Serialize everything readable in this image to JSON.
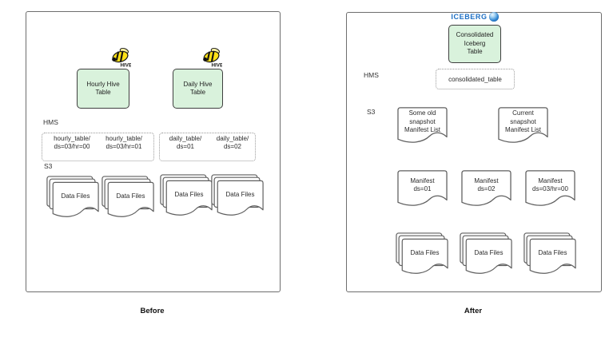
{
  "colors": {
    "green_fill": "#d9f2dc",
    "iceberg_blue": "#1c6fc4",
    "hive_yellow": "#ffe117"
  },
  "before": {
    "caption": "Before",
    "hms_label": "HMS",
    "s3_label": "S3",
    "hourly_box": {
      "l1": "Hourly Hive",
      "l2": "Table"
    },
    "daily_box": {
      "l1": "Daily Hive",
      "l2": "Table"
    },
    "partitions": [
      {
        "l1": "hourly_table/",
        "l2": "ds=03/hr=00"
      },
      {
        "l1": "hourly_table/",
        "l2": "ds=03/hr=01"
      },
      {
        "l1": "daily_table/",
        "l2": "ds=01"
      },
      {
        "l1": "daily_table/",
        "l2": "ds=02"
      }
    ],
    "data_files": [
      "Data Files",
      "Data Files",
      "Data Files",
      "Data Files"
    ]
  },
  "after": {
    "caption": "After",
    "logo": "ICEBERG",
    "hms_label": "HMS",
    "s3_label": "S3",
    "table_box": {
      "l1": "Consolidated",
      "l2": "Iceberg",
      "l3": "Table"
    },
    "hms_entry": "consolidated_table",
    "manifest_lists": [
      {
        "l1": "Some old",
        "l2": "snapshot",
        "l3": "Manifest List"
      },
      {
        "l1": "Current",
        "l2": "snapshot",
        "l3": "Manifest List"
      }
    ],
    "manifests": [
      {
        "l1": "Manifest",
        "l2": "ds=01"
      },
      {
        "l1": "Manifest",
        "l2": "ds=02"
      },
      {
        "l1": "Manifest",
        "l2": "ds=03/hr=00"
      }
    ],
    "data_files": [
      "Data Files",
      "Data Files",
      "Data Files"
    ]
  }
}
